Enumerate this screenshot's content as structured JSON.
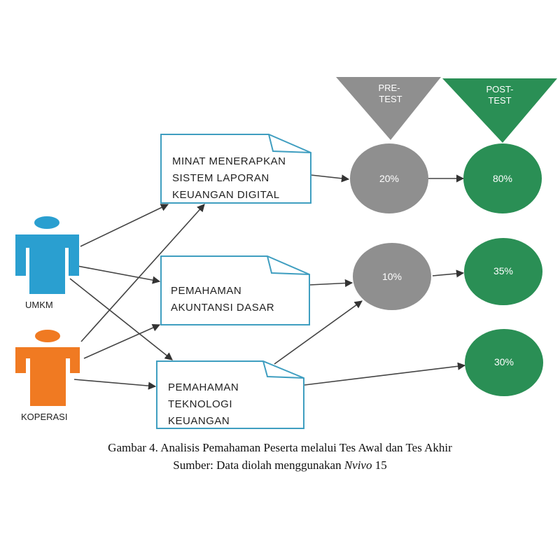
{
  "colors": {
    "actor_umkm": "#2a9fd0",
    "actor_koperasi": "#f07a22",
    "pretest": "#8f8f8f",
    "posttest": "#2a8f55",
    "doc_border": "#3f9ec0",
    "arrow": "#333333"
  },
  "actors": {
    "umkm": {
      "label": "UMKM",
      "icon": "person-icon"
    },
    "koperasi": {
      "label": "KOPERASI",
      "icon": "person-icon"
    }
  },
  "documents": {
    "minat": {
      "lines": [
        "MINAT MENERAPKAN",
        "SISTEM LAPORAN",
        "KEUANGAN DIGITAL"
      ]
    },
    "akuntansi": {
      "lines": [
        "PEMAHAMAN",
        "AKUNTANSI DASAR"
      ]
    },
    "teknologi": {
      "lines": [
        "PEMAHAMAN",
        "TEKNOLOGI",
        "KEUANGAN"
      ]
    }
  },
  "headers": {
    "pretest": [
      "PRE-",
      "TEST"
    ],
    "posttest": [
      "POST-",
      "TEST"
    ]
  },
  "results": {
    "pre_minat": "20%",
    "pre_akuntansi": "10%",
    "post_minat": "80%",
    "post_akuntansi": "35%",
    "post_teknologi": "30%"
  },
  "caption": {
    "line1": "Gambar 4. Analisis Pemahaman Peserta melalui Tes Awal dan Tes Akhir",
    "line2_prefix": "Sumber: Data diolah menggunakan ",
    "line2_italic": "Nvivo",
    "line2_suffix": " 15"
  }
}
